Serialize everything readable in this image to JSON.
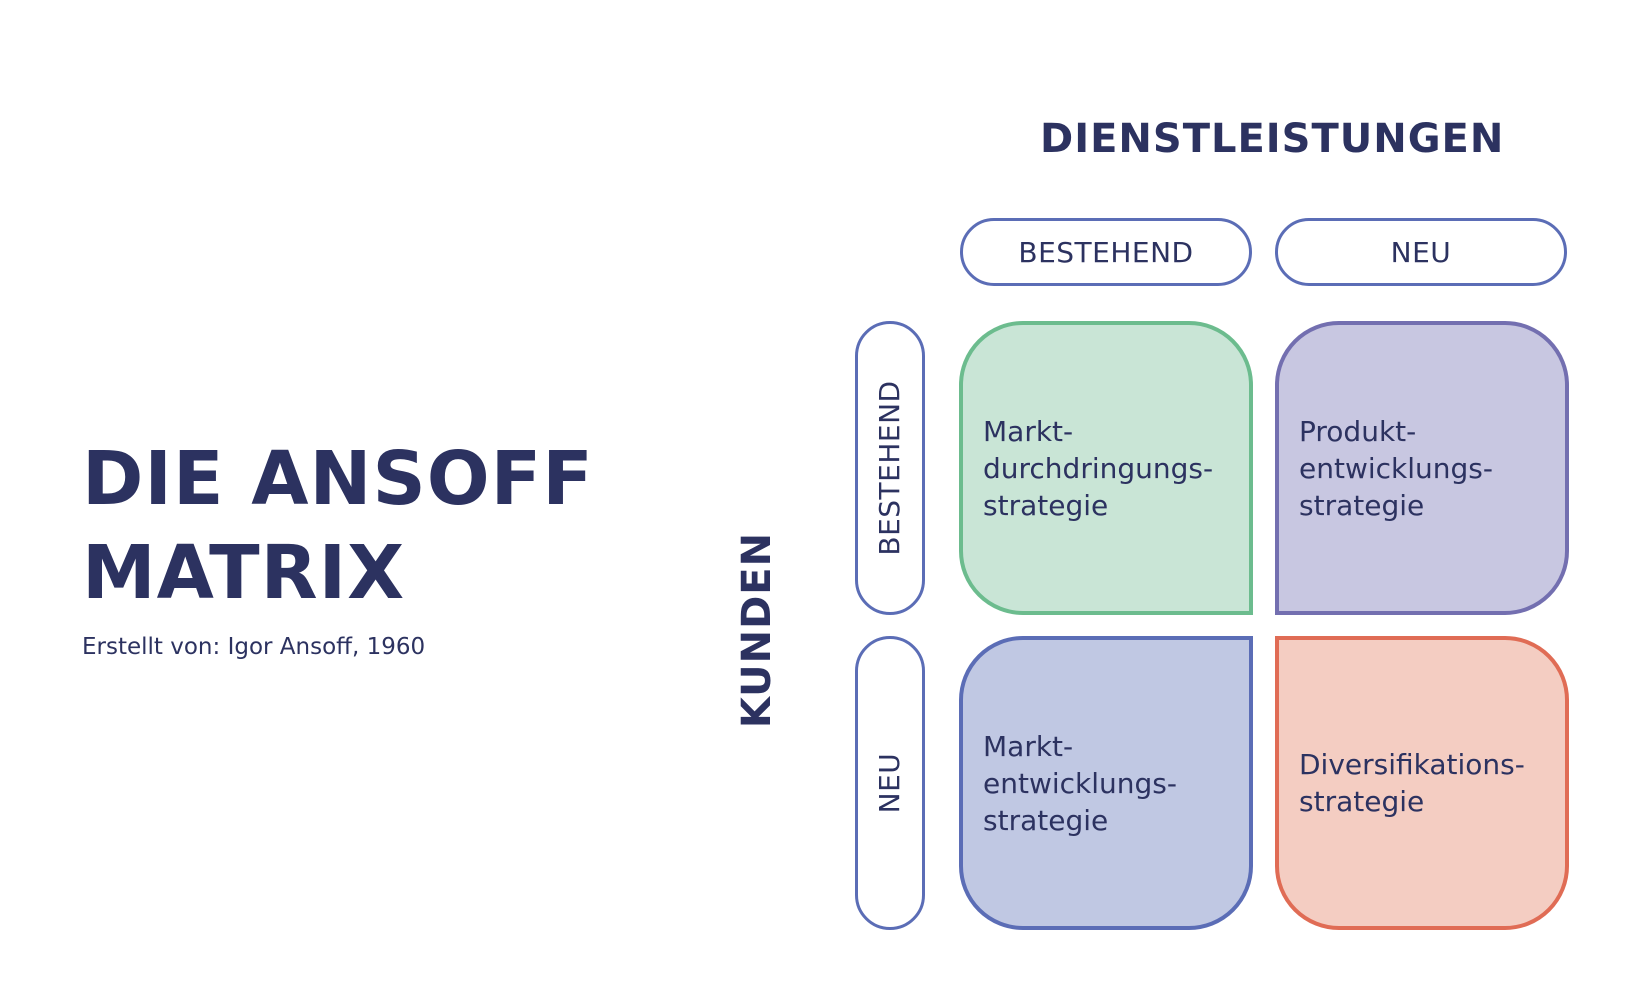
{
  "title": {
    "line1": "DIE ANSOFF",
    "line2": "MATRIX"
  },
  "subtitle": "Erstellt von: Igor Ansoff, 1960",
  "axes": {
    "top": "DIENSTLEISTUNGEN",
    "left": "KUNDEN"
  },
  "columns": [
    {
      "label": "BESTEHEND"
    },
    {
      "label": "NEU"
    }
  ],
  "rows": [
    {
      "label": "BESTEHEND"
    },
    {
      "label": "NEU"
    }
  ],
  "quadrants": [
    {
      "lines": [
        "Markt-",
        "durchdringungs-",
        "strategie"
      ],
      "color": "#c9e5d6",
      "border": "#6cbc8e"
    },
    {
      "lines": [
        "Produkt-",
        "entwicklungs-",
        "strategie"
      ],
      "color": "#c8c7e1",
      "border": "#736fb0"
    },
    {
      "lines": [
        "Markt-",
        "entwicklungs-",
        "strategie"
      ],
      "color": "#c0c8e3",
      "border": "#5b6db6"
    },
    {
      "lines": [
        "Diversifikations-",
        "strategie"
      ],
      "color": "#f4cdc2",
      "border": "#e06c55"
    }
  ],
  "colors": {
    "text": "#2c3260",
    "pill_border": "#5b6db6"
  }
}
